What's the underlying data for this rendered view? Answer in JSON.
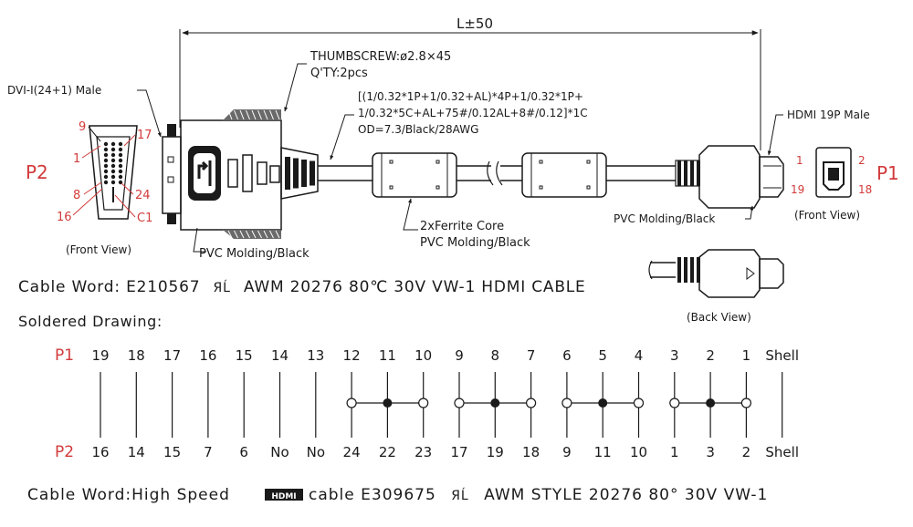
{
  "colors": {
    "ink": "#1a1a1a",
    "red": "#d23b3b",
    "paper": "#ffffff"
  },
  "dimension": "L±50",
  "thumbscrew": {
    "line1": "THUMBSCREW:ø2.8×45",
    "line2": "Q'TY:2pcs"
  },
  "cable_spec": {
    "line1": "[(1/0.32*1P+1/0.32+AL)*4P+1/0.32*1P+",
    "line2": "1/0.32*5C+AL+75#/0.12AL+8#/0.12]*1C",
    "line3": "OD=7.3/Black/28AWG"
  },
  "dvi": {
    "title": "DVI-I(24+1) Male",
    "front_view": "(Front View)",
    "molding": "PVC Molding/Black",
    "plug_label": "P2",
    "pins": {
      "p9": "9",
      "p17": "17",
      "p1": "1",
      "p8": "8",
      "p24": "24",
      "p16": "16",
      "pc1": "C1"
    }
  },
  "ferrite": {
    "line1": "2xFerrite Core",
    "line2": "PVC Molding/Black"
  },
  "hdmi": {
    "title": "HDMI 19P Male",
    "molding": "PVC Molding/Black",
    "front_view": "(Front View)",
    "back_view": "(Back View)",
    "plug_label": "P1",
    "pins": {
      "p1": "1",
      "p2": "2",
      "p19": "19",
      "p18": "18"
    }
  },
  "cable_word_1": {
    "prefix": "Cable Word: E210567",
    "ul": "ЯĹ",
    "suffix": "AWM 20276 80℃ 30V VW-1 HDMI CABLE"
  },
  "soldered_title": "Soldered Drawing:",
  "wiring": {
    "p1_label": "P1",
    "p2_label": "P2",
    "columns": [
      {
        "p1": "19",
        "p2": "16"
      },
      {
        "p1": "18",
        "p2": "14"
      },
      {
        "p1": "17",
        "p2": "15"
      },
      {
        "p1": "16",
        "p2": "7"
      },
      {
        "p1": "15",
        "p2": "6"
      },
      {
        "p1": "14",
        "p2": "No"
      },
      {
        "p1": "13",
        "p2": "No"
      },
      {
        "p1": "12",
        "p2": "24"
      },
      {
        "p1": "11",
        "p2": "22"
      },
      {
        "p1": "10",
        "p2": "23"
      },
      {
        "p1": "9",
        "p2": "17"
      },
      {
        "p1": "8",
        "p2": "19"
      },
      {
        "p1": "7",
        "p2": "18"
      },
      {
        "p1": "6",
        "p2": "9"
      },
      {
        "p1": "5",
        "p2": "11"
      },
      {
        "p1": "4",
        "p2": "10"
      },
      {
        "p1": "3",
        "p2": "1"
      },
      {
        "p1": "2",
        "p2": "3"
      },
      {
        "p1": "1",
        "p2": "2"
      },
      {
        "p1": "Shell",
        "p2": "Shell"
      }
    ]
  },
  "cable_word_2": {
    "prefix": "Cable Word:High Speed",
    "logo": "HDMI",
    "mid": "cable E309675",
    "ul": "ЯĹ",
    "suffix": "AWM STYLE 20276 80° 30V VW-1"
  }
}
